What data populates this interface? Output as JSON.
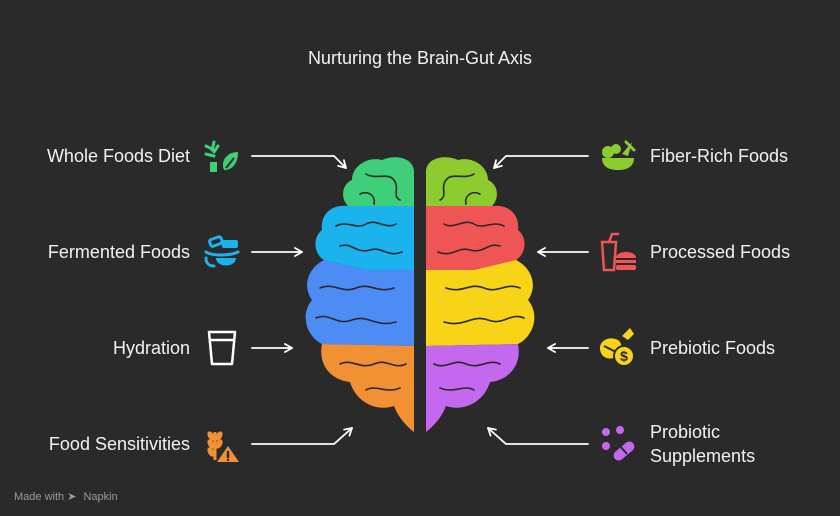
{
  "title": "Nurturing the Brain-Gut Axis",
  "left_items": [
    {
      "label": "Whole Foods Diet",
      "icon": "leaf-sprout-icon",
      "color": "#3ecf78"
    },
    {
      "label": "Fermented Foods",
      "icon": "fermentation-jar-icon",
      "color": "#1ab3ee"
    },
    {
      "label": "Hydration",
      "icon": "water-glass-icon",
      "color": "#ffffff"
    },
    {
      "label": "Food Sensitivities",
      "icon": "wheat-warning-icon",
      "color": "#f29133"
    }
  ],
  "right_items": [
    {
      "label": "Fiber-Rich Foods",
      "icon": "salad-bowl-icon",
      "color": "#8ccc2e"
    },
    {
      "label": "Processed Foods",
      "icon": "burger-soda-icon",
      "color": "#f05555"
    },
    {
      "label": "Prebiotic Foods",
      "icon": "prebiotic-dollar-icon",
      "color": "#f7d417"
    },
    {
      "label": "Probiotic Supplements",
      "label_line1": "Probiotic",
      "label_line2": "Supplements",
      "icon": "capsule-pills-icon",
      "color": "#c468f0"
    }
  ],
  "footer": {
    "made_with": "Made with",
    "brand": "Napkin"
  }
}
